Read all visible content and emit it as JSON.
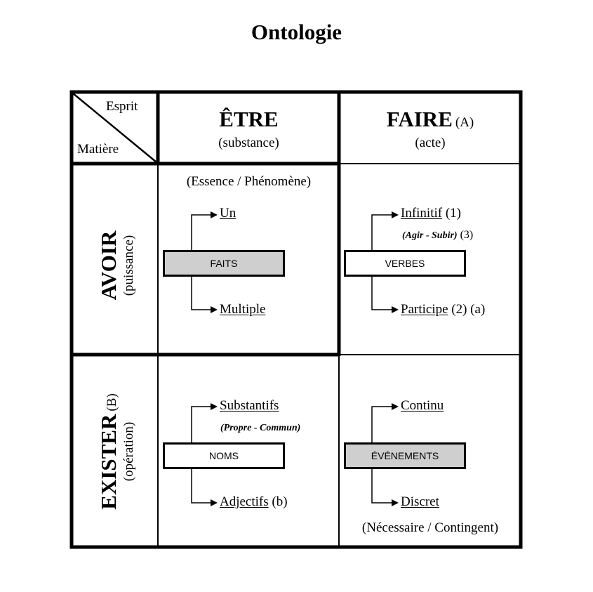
{
  "title": "Ontologie",
  "corner": {
    "top_right": "Esprit",
    "bottom_left": "Matière"
  },
  "columns": [
    {
      "label": "ÊTRE",
      "note": "",
      "sub": "(substance)"
    },
    {
      "label": "FAIRE",
      "note": "(A)",
      "sub": "(acte)"
    }
  ],
  "rows": [
    {
      "label": "AVOIR",
      "note": "",
      "sub": "(puissance)"
    },
    {
      "label": "EXISTER",
      "note": "(B)",
      "sub": "(opération)"
    }
  ],
  "cells": {
    "etre_avoir": {
      "header": "(Essence / Phénomène)",
      "box": "FAITS",
      "top": {
        "word": "Un",
        "note": ""
      },
      "bottom": {
        "word": "Multiple",
        "note": ""
      }
    },
    "faire_avoir": {
      "box": "VERBES",
      "top": {
        "word": "Infinitif",
        "note": "(1)"
      },
      "top_sub": {
        "italic": "(Agir - Subir)",
        "note": "(3)"
      },
      "bottom": {
        "word": "Participe",
        "note": "(2) (a)"
      }
    },
    "etre_exister": {
      "box": "NOMS",
      "top": {
        "word": "Substantifs",
        "note": ""
      },
      "top_sub": {
        "italic": "(Propre - Commun)",
        "note": ""
      },
      "bottom": {
        "word": "Adjectifs",
        "note": "(b)"
      }
    },
    "faire_exister": {
      "box": "ÉVÉNEMENTS",
      "top": {
        "word": "Continu",
        "note": ""
      },
      "bottom": {
        "word": "Discret",
        "note": ""
      },
      "footer": "(Nécessaire / Contingent)"
    }
  }
}
